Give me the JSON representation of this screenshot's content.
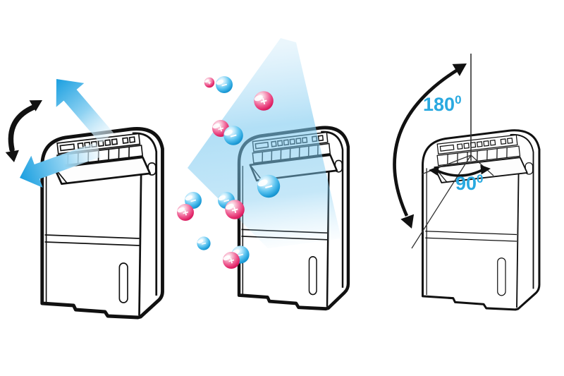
{
  "diagram": {
    "subject": "dehumidifier-feature-illustration",
    "angle_labels": {
      "sweep": {
        "value": "180",
        "sup": "0"
      },
      "horizontal": {
        "value": "90",
        "sup": "0"
      }
    },
    "ions": [
      {
        "type": "positive",
        "sign": "+"
      },
      {
        "type": "negative",
        "sign": "−"
      },
      {
        "type": "positive",
        "sign": "+"
      },
      {
        "type": "positive",
        "sign": "+"
      },
      {
        "type": "negative",
        "sign": "−"
      },
      {
        "type": "negative",
        "sign": "−"
      },
      {
        "type": "negative",
        "sign": "−"
      },
      {
        "type": "positive",
        "sign": "+"
      },
      {
        "type": "negative",
        "sign": "−"
      },
      {
        "type": "positive",
        "sign": "+"
      },
      {
        "type": "negative",
        "sign": "−"
      },
      {
        "type": "negative",
        "sign": "−"
      },
      {
        "type": "positive",
        "sign": "+"
      }
    ],
    "colors": {
      "accent_blue": "#29a9e0",
      "ion_pink": "#e8336f",
      "ion_blue": "#2aa4dd",
      "beam_blue": "#a8dcf5",
      "outline": "#111111"
    }
  }
}
